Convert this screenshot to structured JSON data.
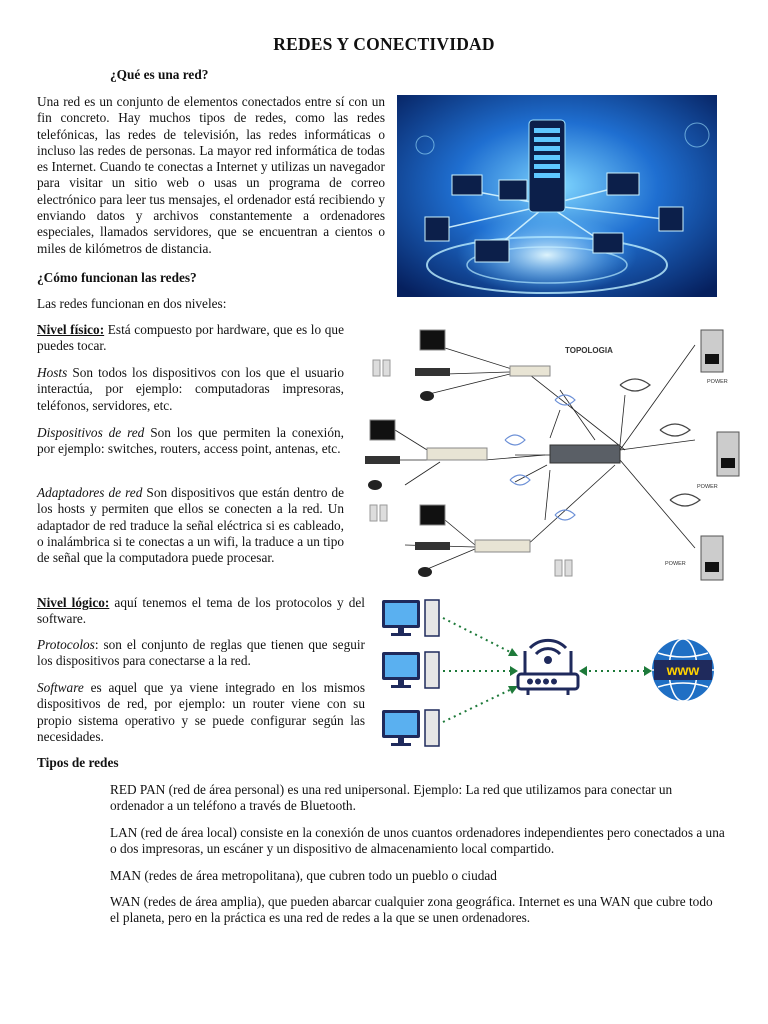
{
  "title": "REDES Y CONECTIVIDAD",
  "q1": "¿Qué es una red?",
  "p_intro": "Una red es un conjunto de elementos conectados entre sí con un fin concreto. Hay muchos tipos de redes, como las redes telefónicas, las redes de televisión, las redes informáticas o incluso las redes de personas. La mayor red informática de todas es Internet. Cuando te conectas a Internet y utilizas un navegador para visitar un sitio web o usas un programa de correo electrónico para leer tus mensajes, el ordenador está recibiendo y enviando datos y archivos constantemente a ordenadores especiales, llamados servidores, que se encuentran a cientos o miles de kilómetros de distancia.",
  "q2": "¿Cómo funcionan las redes?",
  "p_levels": "Las redes funcionan en dos niveles:",
  "fisico": {
    "term": "Nivel físico:",
    "text": " Está compuesto por hardware, que es lo que puedes tocar."
  },
  "hosts": {
    "term": "Hosts",
    "text": " Son todos los dispositivos con los que el usuario interactúa, por ejemplo: computadoras impresoras, teléfonos, servidores, etc."
  },
  "dispositivos": {
    "term": "Dispositivos de red",
    "text": " Son los que permiten la conexión, por ejemplo: switches, routers, access point, antenas, etc."
  },
  "adaptadores": {
    "term": "Adaptadores de red",
    "text": " Son dispositivos que están dentro de los hosts y permiten que ellos se conecten a la red. Un adaptador de red traduce la señal eléctrica si es cableado, o inalámbrica si te conectas a un wifi, la traduce a un tipo de señal que la computadora puede procesar."
  },
  "logico": {
    "term": "Nivel lógico:",
    "text": " aquí tenemos el tema de los protocolos y del software."
  },
  "protocolos": {
    "term": "Protocolos",
    "text": ": son el  conjunto de reglas que tienen que seguir los dispositivos para conectarse a la red."
  },
  "software": {
    "term": "Software",
    "text": " es aquel que ya viene integrado en los mismos dispositivos de red, por ejemplo: un router viene con su propio sistema operativo y se puede configurar según las necesidades."
  },
  "q3": "Tipos de redes",
  "types": [
    "RED PAN (red de área personal) es una red unipersonal. Ejemplo:  La red que utilizamos para conectar un ordenador a un teléfono a través de Bluetooth.",
    "LAN (red de área local) consiste en la conexión de unos cuantos ordenadores independientes pero conectados a una o dos impresoras, un escáner y un dispositivo de almacenamiento local compartido.",
    "MAN (redes de área metropolitana), que cubren todo un pueblo o ciudad",
    "WAN (redes de área amplia), que pueden abarcar cualquier zona geográfica. Internet es una WAN que cubre todo el planeta, pero en la práctica es una red de redes a la que se unen ordenadores."
  ],
  "topology": {
    "label": "TOPOLOGIA",
    "power": "POWER"
  },
  "www": "www",
  "colors": {
    "photo_bg": "#0b3a8f",
    "router": "#1f2a5c",
    "globe": "#1f6fc4",
    "dotted": "#1e7a3a"
  }
}
